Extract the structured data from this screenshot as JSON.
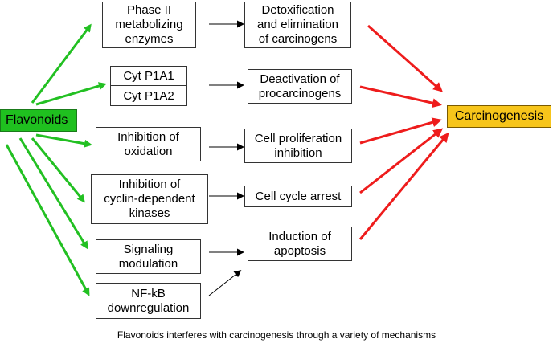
{
  "nodes": {
    "flavonoids": "Flavonoids",
    "carcinogenesis": "Carcinogenesis",
    "phase2": "Phase II\nmetabolizing\nenzymes",
    "cyp1a1": "Cyt P1A1",
    "cyp1a2": "Cyt P1A2",
    "inhib_oxidation": "Inhibition of\noxidation",
    "inhib_cdk": "Inhibition of\ncyclin-dependent\nkinases",
    "signaling": "Signaling\nmodulation",
    "nfkb": "NF-kB\ndownregulation",
    "detox": "Detoxification\nand elimination\nof carcinogens",
    "deactivation": "Deactivation of\nprocarcinogens",
    "prolif": "Cell proliferation\ninhibition",
    "cellcycle": "Cell cycle arrest",
    "apoptosis": "Induction of\napoptosis"
  },
  "caption": "Flavonoids interferes with carcinogenesis through a variety of mechanisms",
  "colors": {
    "green_arrow": "#22c022",
    "red_arrow": "#ee1c1c",
    "black_arrow": "#000000"
  }
}
